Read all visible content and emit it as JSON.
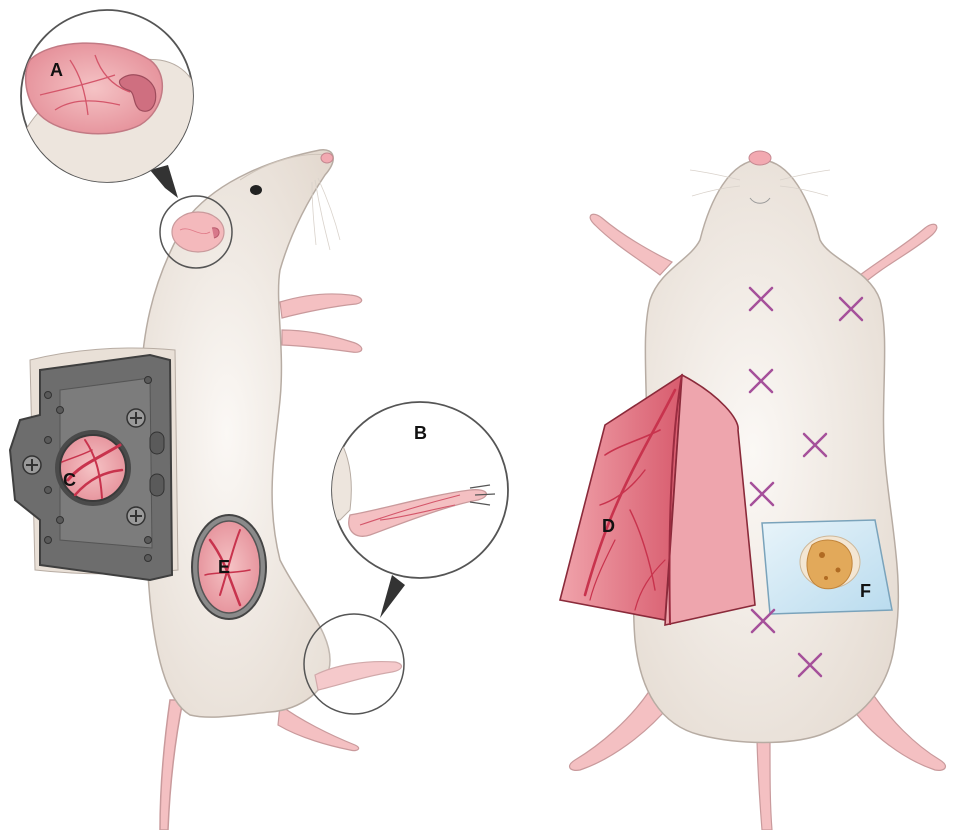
{
  "figure": {
    "labels": {
      "A": "A",
      "B": "B",
      "C": "C",
      "D": "D",
      "E": "E",
      "F": "F"
    }
  },
  "colors": {
    "fur": "#ece4dc",
    "fur_outline": "#b7aca3",
    "skin_pink": "#f3b3b6",
    "tissue_red": "#e0707d",
    "vessel": "#c8334d",
    "chamber_frame": "#6f6f6f",
    "marker_x": "#a5509a",
    "glass_slide": "#cfe6f3"
  }
}
